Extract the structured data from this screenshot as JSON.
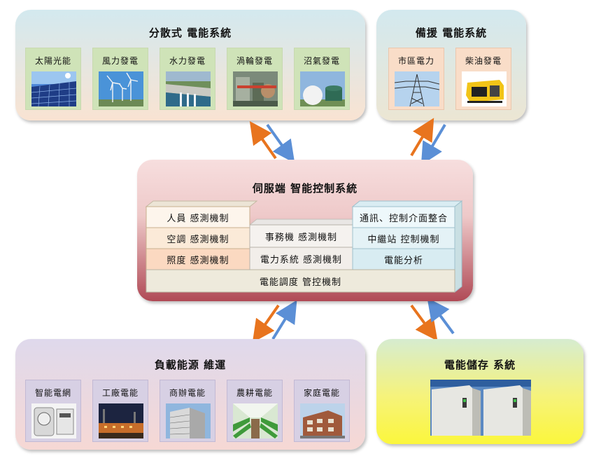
{
  "distributed": {
    "title": "分散式  電能系統",
    "items": [
      {
        "label": "太陽光能",
        "icon": "solar-panel-icon"
      },
      {
        "label": "風力發電",
        "icon": "wind-turbine-icon"
      },
      {
        "label": "水力發電",
        "icon": "hydro-dam-icon"
      },
      {
        "label": "渦輪發電",
        "icon": "turbine-plant-icon"
      },
      {
        "label": "沼氣發電",
        "icon": "biogas-tank-icon"
      }
    ]
  },
  "backup": {
    "title": "備援  電能系統",
    "items": [
      {
        "label": "市區電力",
        "icon": "transmission-tower-icon"
      },
      {
        "label": "柴油發電",
        "icon": "diesel-generator-icon"
      }
    ]
  },
  "server": {
    "title": "伺服端  智能控制系統",
    "left": [
      "人員  感測機制",
      "空調  感測機制",
      "照度  感測機制"
    ],
    "middle": [
      "事務機  感測機制",
      "電力系統  感測機制"
    ],
    "right": [
      "通訊、控制介面整合",
      "中繼站  控制機制",
      "電能分析"
    ],
    "base": "電能調度  管控機制"
  },
  "load": {
    "title": "負載能源  維運",
    "items": [
      {
        "label": "智能電網",
        "icon": "smart-meter-icon"
      },
      {
        "label": "工廠電能",
        "icon": "factory-icon"
      },
      {
        "label": "商辦電能",
        "icon": "office-building-icon"
      },
      {
        "label": "農耕電能",
        "icon": "greenhouse-icon"
      },
      {
        "label": "家庭電能",
        "icon": "house-icon"
      }
    ]
  },
  "storage": {
    "title": "電能儲存  系統",
    "icon": "battery-cabinet-icon"
  },
  "colors": {
    "arrow_up": "#e8741e",
    "arrow_down": "#5b8fd6"
  }
}
